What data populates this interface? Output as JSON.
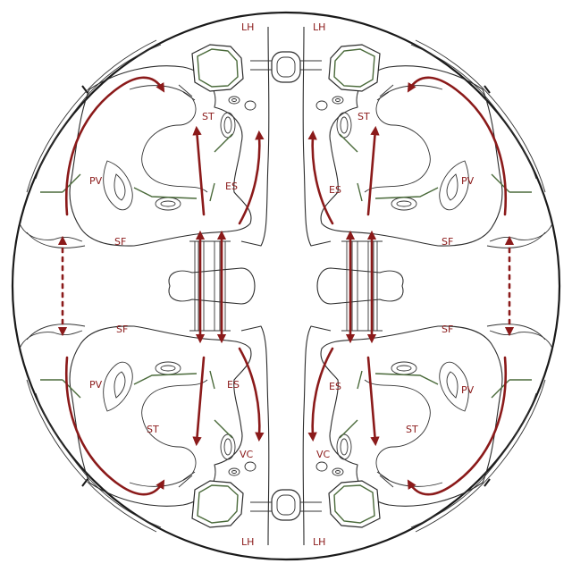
{
  "diagram": {
    "labels": {
      "lh": "LH",
      "st": "ST",
      "es_top": "ES",
      "es_bottom": "ES",
      "pv": "PV",
      "sf": "SF",
      "vc": "VC"
    },
    "colors": {
      "outline": "#2b2b2b",
      "arrow": "#8b1a1a",
      "vessel": "#4a6a3a"
    }
  }
}
